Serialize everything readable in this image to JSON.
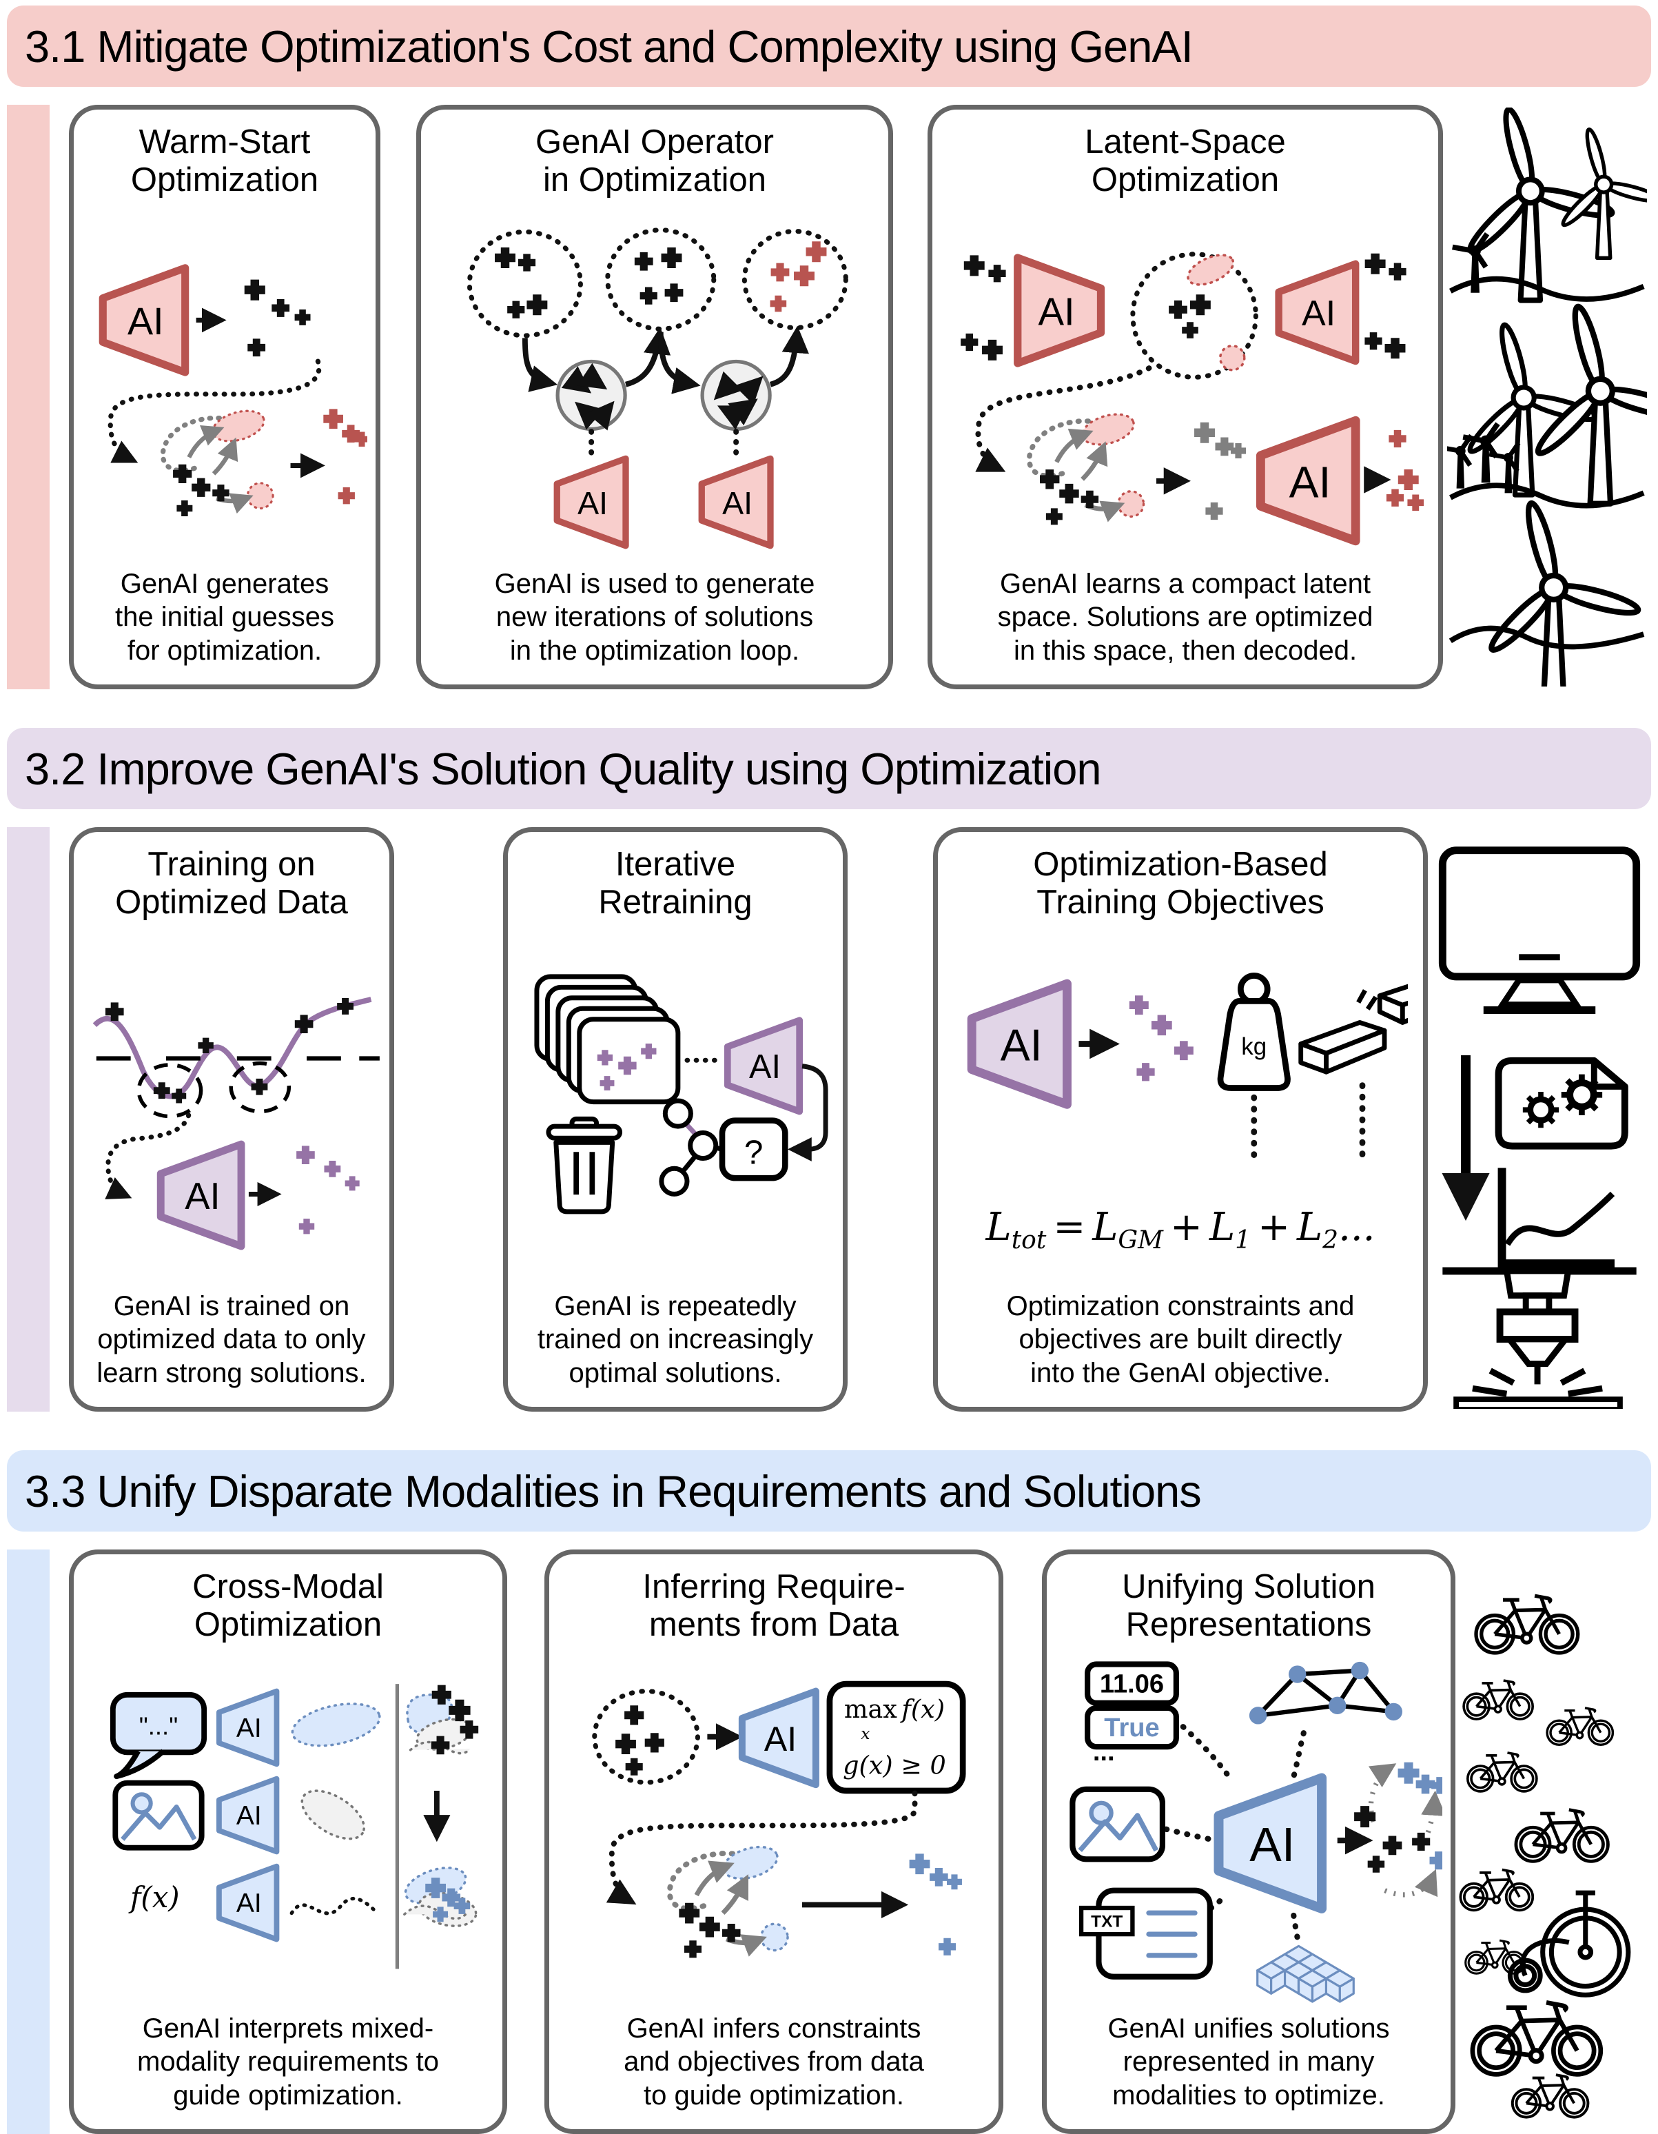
{
  "sections": [
    {
      "number": "3.1",
      "header": "3.1 Mitigate Optimization's Cost and Complexity using GenAI",
      "accent_color": "#f6cdca",
      "ai_fill": "#f8cecc",
      "ai_stroke": "#b85450",
      "side_icon": "wind-turbines",
      "cards": [
        {
          "title": "Warm-Start\nOptimization",
          "caption": "GenAI generates\nthe initial guesses\nfor optimization."
        },
        {
          "title": "GenAI Operator\nin Optimization",
          "caption": "GenAI is used to generate\nnew iterations of solutions\nin the optimization loop."
        },
        {
          "title": "Latent-Space\nOptimization",
          "caption": "GenAI learns a compact latent\nspace. Solutions are optimized\nin this space, then decoded."
        }
      ]
    },
    {
      "number": "3.2",
      "header": "3.2 Improve GenAI's Solution Quality using Optimization",
      "accent_color": "#e6dcec",
      "ai_fill": "#e1d5e7",
      "ai_stroke": "#9673a6",
      "side_icon": "design-to-manufacturing",
      "cards": [
        {
          "title": "Training on\nOptimized Data",
          "caption": "GenAI is trained on\noptimized data to only\nlearn strong solutions."
        },
        {
          "title": "Iterative\nRetraining",
          "caption": "GenAI is repeatedly\ntrained on increasingly\noptimal solutions."
        },
        {
          "title": "Optimization-Based\nTraining Objectives",
          "caption": "Optimization constraints and\nobjectives are built directly\ninto the GenAI objective."
        }
      ]
    },
    {
      "number": "3.3",
      "header": "3.3 Unify Disparate Modalities in Requirements and Solutions",
      "accent_color": "#d9e7fb",
      "ai_fill": "#dae8fc",
      "ai_stroke": "#6c8ebf",
      "side_icon": "bicycles",
      "cards": [
        {
          "title": "Cross-Modal\nOptimization",
          "caption": "GenAI interprets mixed-\nmodality requirements to\nguide optimization."
        },
        {
          "title": "Inferring Require-\nments from Data",
          "caption": "GenAI infers constraints\nand objectives from data\nto guide optimization."
        },
        {
          "title": "Unifying Solution\nRepresentations",
          "caption": "GenAI unifies solutions\nrepresented in many\nmodalities to optimize."
        }
      ]
    }
  ],
  "labels": {
    "ai": "AI",
    "kg": "kg",
    "question": "?",
    "speech": "\"...\"",
    "fx": "f(x)",
    "max": "max",
    "max_sub": "x",
    "max_arg": "f(x)",
    "constraint": "g(x) ≥ 0",
    "value_number": "11.06",
    "value_boolean": "True",
    "txt": "TXT",
    "dots": "..."
  },
  "formula": {
    "L": "L",
    "sub_tot": "tot",
    "eq": "=",
    "sub_gm": "GM",
    "plus": "+",
    "sub_one": "1",
    "sub_two": "2",
    "dots": "..."
  },
  "palette": {
    "red_stroke": "#b85450",
    "red_fill": "#f8cecc",
    "red_band": "#f6cdca",
    "purple_stroke": "#9673a6",
    "purple_fill": "#e1d5e7",
    "purple_band": "#e6dcec",
    "blue_stroke": "#6c8ebf",
    "blue_fill": "#dae8fc",
    "blue_band": "#d9e7fb",
    "gray": "#808080",
    "card_border": "#666666"
  }
}
